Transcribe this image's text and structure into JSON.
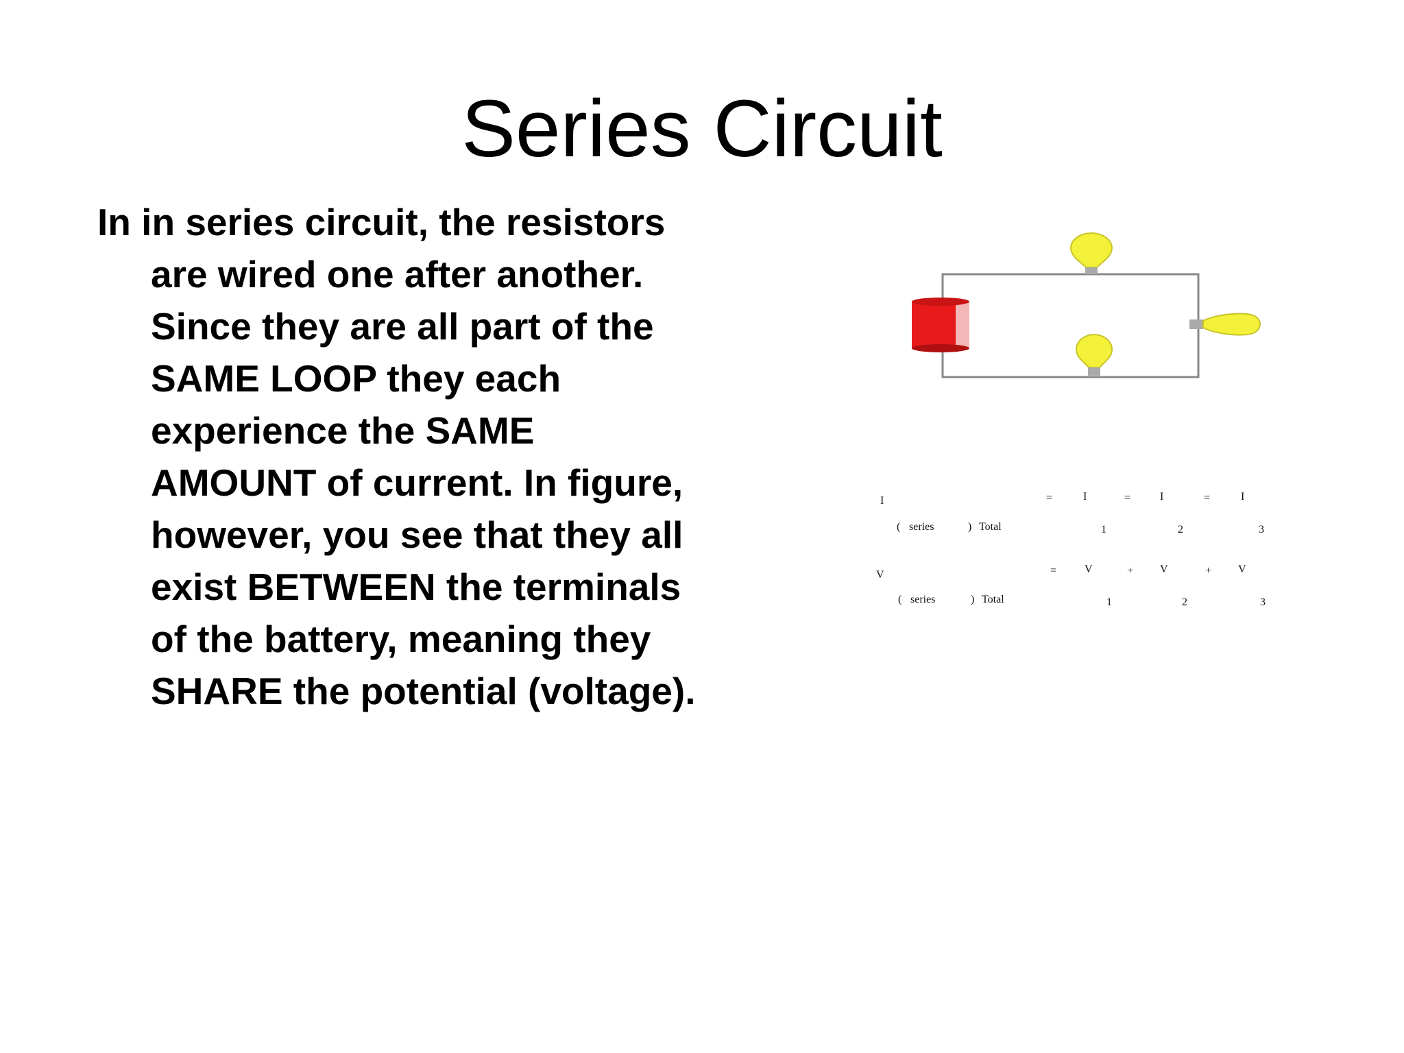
{
  "slide": {
    "title": "Series Circuit",
    "body_lines": [
      "In in series circuit, the resistors",
      "are wired one after another.",
      "Since they are all part of the",
      "SAME LOOP they each",
      "experience the SAME",
      "AMOUNT of current. In figure,",
      "however, you see that they all",
      "exist BETWEEN the terminals",
      "of the battery, meaning they",
      "SHARE the potential (voltage)."
    ]
  },
  "figure": {
    "wire_color": "#888888",
    "battery_color": "#e8191b",
    "bulb_color": "#f4f13a"
  },
  "equations": {
    "current": {
      "symbol": "I",
      "sub_open": "(",
      "sub_word": "series",
      "sub_close": ")",
      "sub_total": "Total",
      "eq1": "=",
      "t1": "I",
      "n1": "1",
      "eq2": "=",
      "t2": "I",
      "n2": "2",
      "eq3": "=",
      "t3": "I",
      "n3": "3"
    },
    "voltage": {
      "symbol": "V",
      "sub_open": "(",
      "sub_word": "series",
      "sub_close": ")",
      "sub_total": "Total",
      "eq1": "=",
      "t1": "V",
      "n1": "1",
      "op2": "+",
      "t2": "V",
      "n2": "2",
      "op3": "+",
      "t3": "V",
      "n3": "3"
    }
  }
}
